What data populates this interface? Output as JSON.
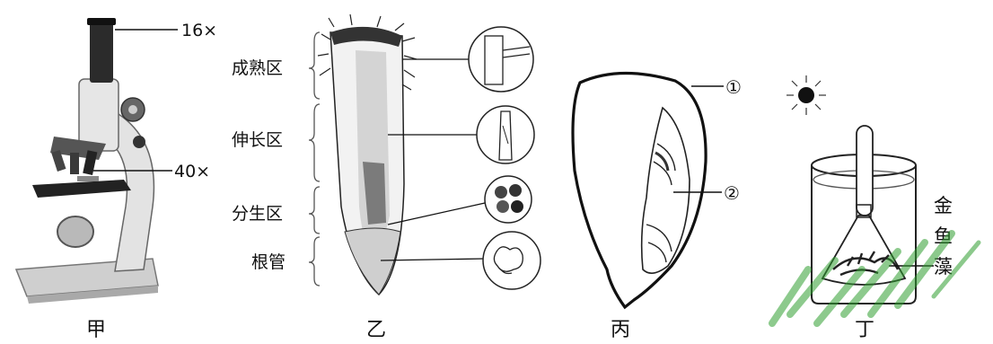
{
  "microscope": {
    "caption": "甲",
    "eyepiece_label": "16×",
    "objective_label": "40×"
  },
  "root": {
    "caption": "乙",
    "zones": [
      "成熟区",
      "伸长区",
      "分生区",
      "根管"
    ]
  },
  "seed": {
    "caption": "丙",
    "marker_1": "①",
    "marker_2": "②"
  },
  "experiment": {
    "caption": "丁",
    "plant_label_chars": [
      "金",
      "鱼",
      "藻"
    ]
  },
  "colors": {
    "ink": "#111111",
    "gray": "#8a8a8a",
    "watermark": "#2f9e2f"
  }
}
